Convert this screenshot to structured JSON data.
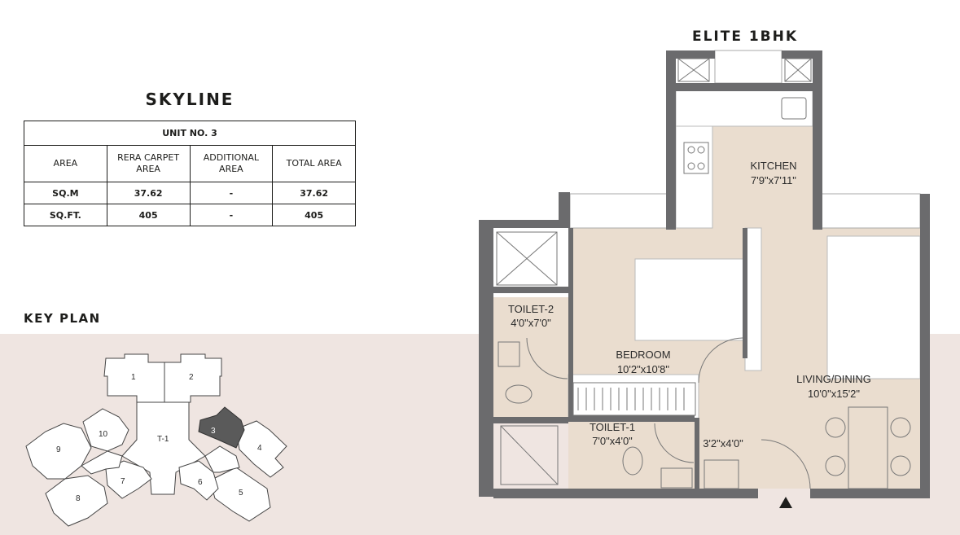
{
  "project": "SKYLINE",
  "plan_title": "ELITE 1BHK",
  "key_plan_title": "KEY PLAN",
  "area_table": {
    "unit": "UNIT NO. 3",
    "headers": [
      "AREA",
      "RERA CARPET AREA",
      "ADDITIONAL AREA",
      "TOTAL AREA"
    ],
    "rows": [
      [
        "SQ.M",
        "37.62",
        "-",
        "37.62"
      ],
      [
        "SQ.FT.",
        "405",
        "-",
        "405"
      ]
    ]
  },
  "rooms": {
    "kitchen": {
      "name": "KITCHEN",
      "size": "7'9\"x7'11\""
    },
    "bedroom": {
      "name": "BEDROOM",
      "size": "10'2\"x10'8\""
    },
    "living": {
      "name": "LIVING/DINING",
      "size": "10'0\"x15'2\""
    },
    "toilet2": {
      "name": "TOILET-2",
      "size": "4'0\"x7'0\""
    },
    "toilet1": {
      "name": "TOILET-1",
      "size": "7'0\"x4'0\""
    },
    "utility": {
      "size": "3'2\"x4'0\""
    }
  },
  "key_plan": {
    "core": "T-1",
    "units": [
      "1",
      "2",
      "3",
      "4",
      "5",
      "6",
      "7",
      "8",
      "9",
      "10"
    ],
    "highlighted_unit": "3"
  },
  "colors": {
    "wall": "#6b6b6d",
    "floor": "#eaddcf",
    "band": "#efe5e1",
    "highlight": "#5a5a5a"
  }
}
